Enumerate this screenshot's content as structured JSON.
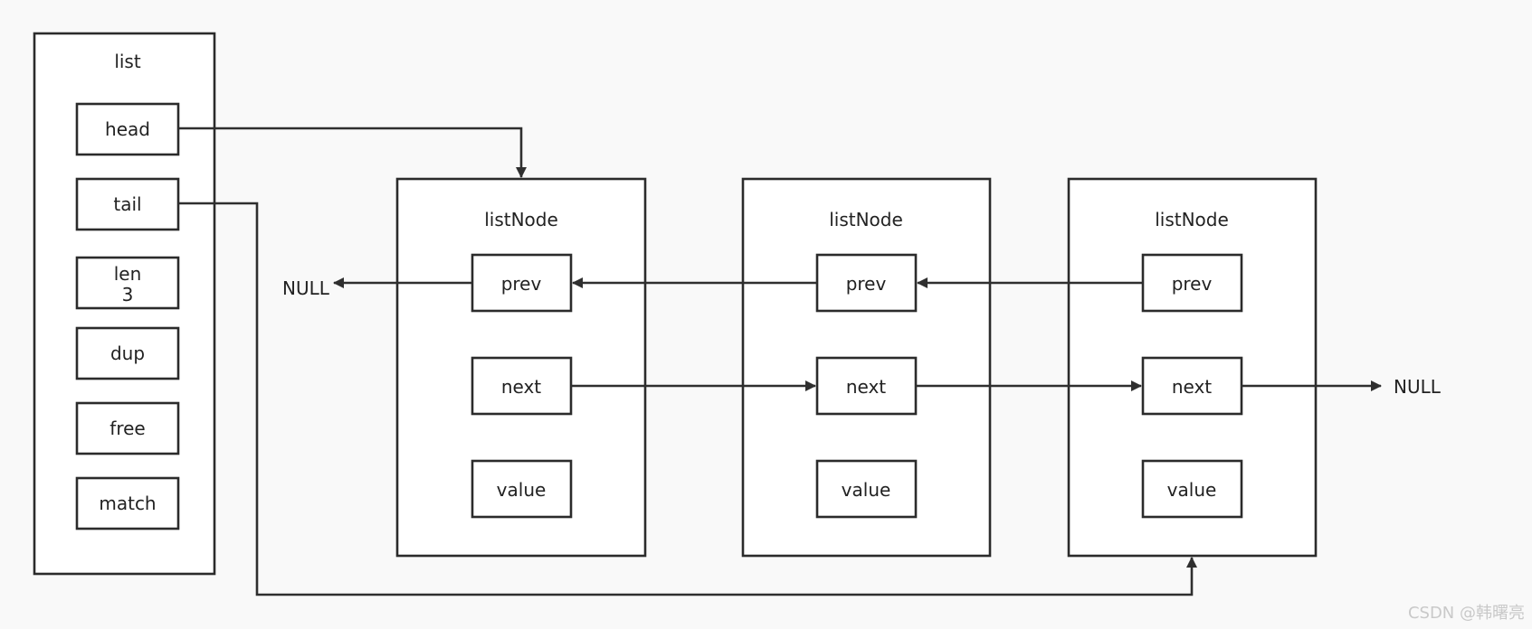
{
  "list": {
    "title": "list",
    "fields": {
      "head": "head",
      "tail": "tail",
      "len_label": "len",
      "len_value": "3",
      "dup": "dup",
      "free": "free",
      "match": "match"
    }
  },
  "nodes": [
    {
      "title": "listNode",
      "prev": "prev",
      "next": "next",
      "value": "value"
    },
    {
      "title": "listNode",
      "prev": "prev",
      "next": "next",
      "value": "value"
    },
    {
      "title": "listNode",
      "prev": "prev",
      "next": "next",
      "value": "value"
    }
  ],
  "null_left": "NULL",
  "null_right": "NULL",
  "watermark": "CSDN @韩曙亮"
}
